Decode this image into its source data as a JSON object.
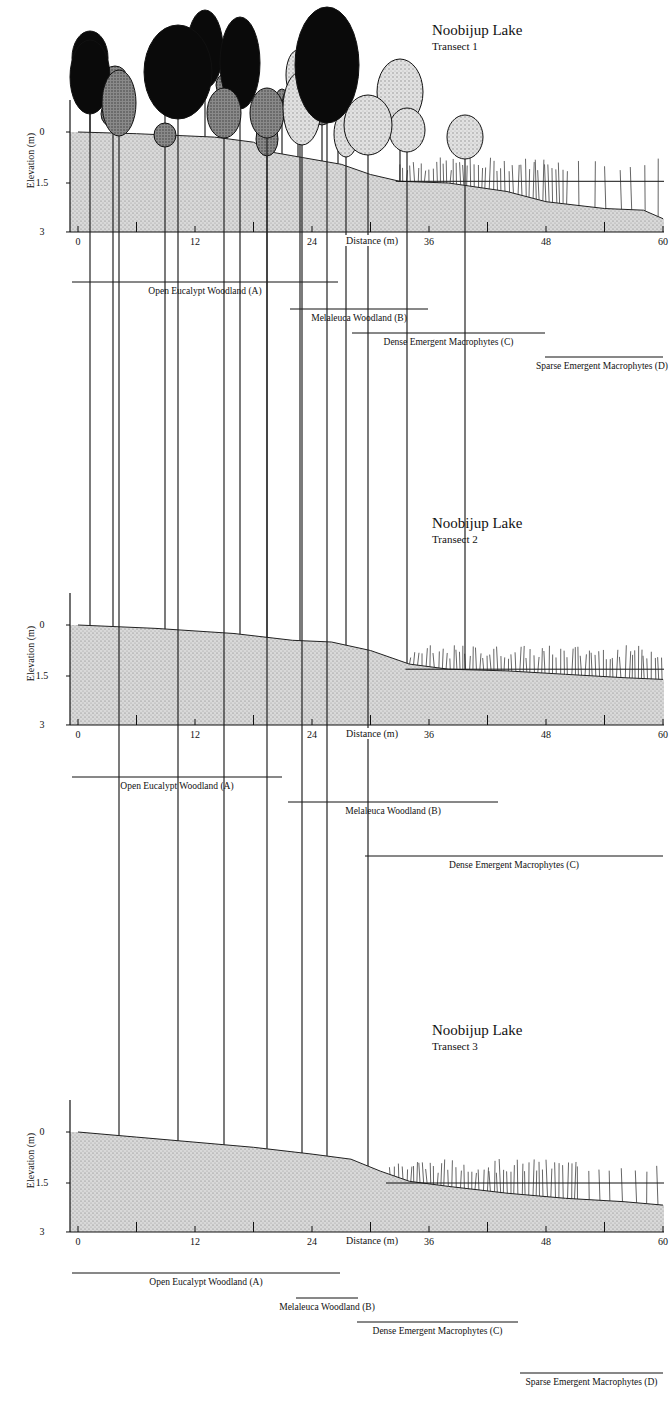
{
  "diagram": {
    "labels": [
      "Noobijup Lake",
      "Transect 1",
      "0",
      "1.5",
      "3",
      "Elevation (m)",
      "0",
      "12",
      "24",
      "36",
      "48",
      "60",
      "Distance (m)",
      "Open Eucalypt Woodland (A)",
      "Melaleuca Woodland (B)",
      "Dense Emergent Macrophytes (C)",
      "Sparse Emergent Macrophytes (D)",
      "Noobijup Lake",
      "Transect 2",
      "0",
      "1.5",
      "3",
      "Elevation (m)",
      "0",
      "12",
      "24",
      "36",
      "48",
      "60",
      "Distance (m)",
      "Open Eucalypt Woodland (A)",
      "Melaleuca Woodland (B)",
      "Dense Emergent Macrophytes (C)",
      "Noobijup Lake",
      "Transect 3",
      "0",
      "1.5",
      "3",
      "Elevation (m)",
      "0",
      "12",
      "24",
      "36",
      "48",
      "60",
      "Distance (m)",
      "Open Eucalypt Woodland (A)",
      "Melaleuca Woodland (B)",
      "Dense Emergent Macrophytes (C)",
      "Sparse Emergent Macrophytes (D)"
    ]
  }
}
